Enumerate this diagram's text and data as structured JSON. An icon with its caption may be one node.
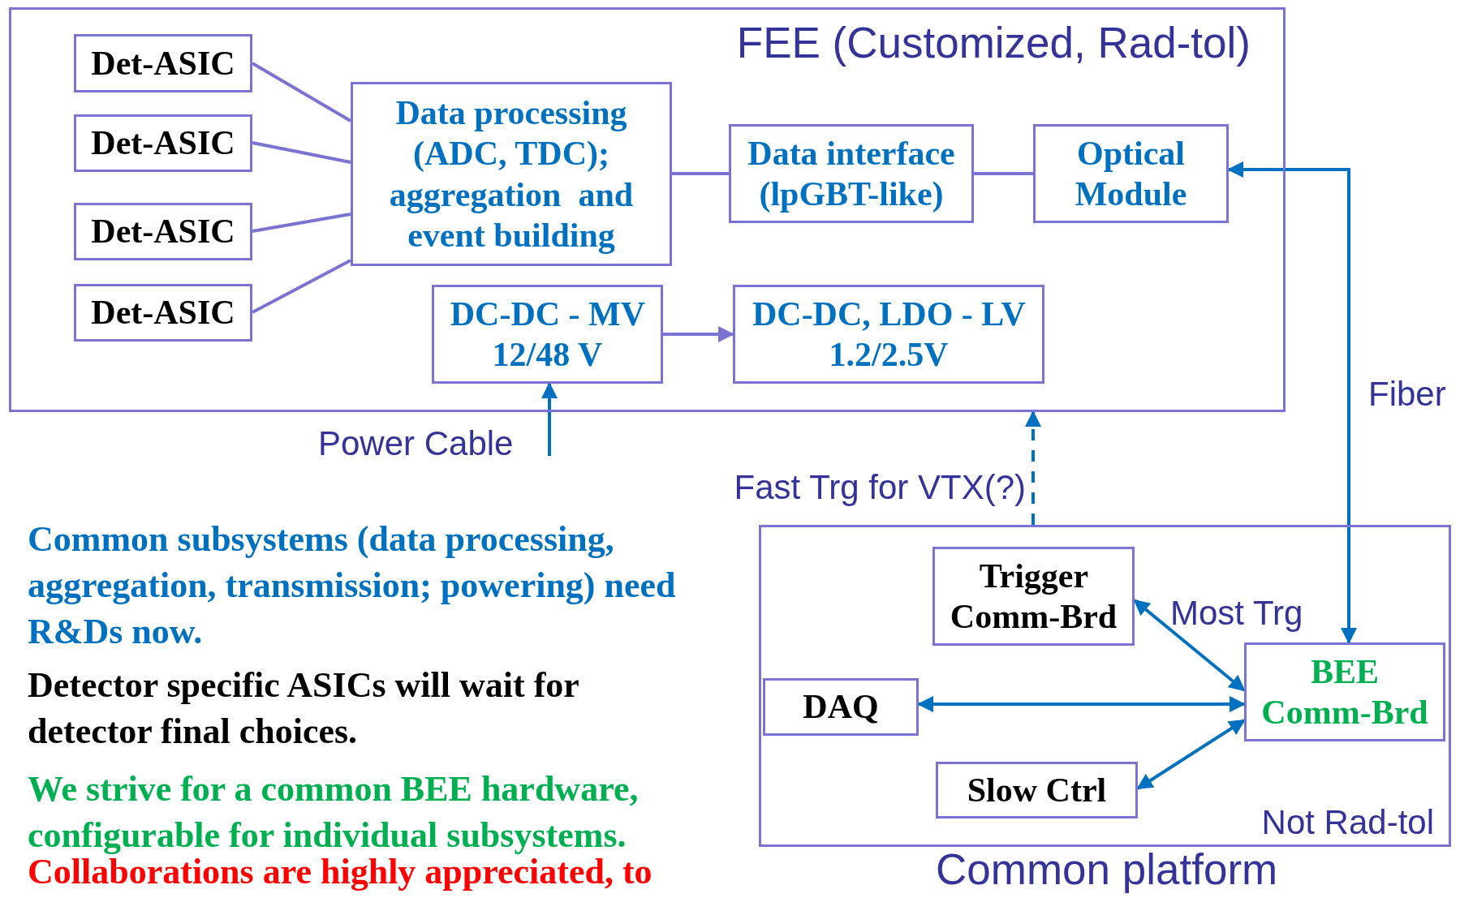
{
  "diagram": {
    "nodes": [
      {
        "text": [
          "FEE (Customized, Rad-tol)"
        ]
      },
      {
        "text": [
          "Det-ASIC"
        ],
        "in": 0
      },
      {
        "text": [
          "Det-ASIC"
        ],
        "in": 0
      },
      {
        "text": [
          "Det-ASIC"
        ],
        "in": 0
      },
      {
        "text": [
          "Det-ASIC"
        ],
        "in": 0
      },
      {
        "text": [
          "Data processing (ADC, TDC); aggregation  and event building"
        ],
        "in": 0
      },
      {
        "text": [
          "Data interface (lpGBT-like)"
        ],
        "in": 0
      },
      {
        "text": [
          "Optical Module"
        ],
        "in": 0
      },
      {
        "text": [
          "DC-DC - MV 12/48 V"
        ],
        "in": 0
      },
      {
        "text": [
          "DC-DC, LDO - LV 1.2/2.5V"
        ],
        "in": 0
      },
      {
        "text": [
          "Not Rad-tol",
          "Common platform"
        ]
      },
      {
        "text": [
          "Trigger Comm-Brd"
        ],
        "in": 10
      },
      {
        "text": [
          "DAQ"
        ],
        "in": 10
      },
      {
        "text": [
          "BEE Comm-Brd"
        ],
        "in": 10
      },
      {
        "text": [
          "Slow Ctrl"
        ],
        "in": 10
      }
    ],
    "edges": [
      {
        "from": 1,
        "to": 5,
        "arrow": "none"
      },
      {
        "from": 2,
        "to": 5,
        "arrow": "none"
      },
      {
        "from": 3,
        "to": 5,
        "arrow": "none"
      },
      {
        "from": 4,
        "to": 5,
        "arrow": "none"
      },
      {
        "from": 5,
        "to": 6,
        "arrow": "none"
      },
      {
        "from": 6,
        "to": 7,
        "arrow": "none"
      },
      {
        "from": 8,
        "to": 9,
        "arrow": "to"
      },
      {
        "from": null,
        "to": 8,
        "arrow": "to",
        "label": "Power Cable",
        "color": "#0070c0"
      },
      {
        "from": 7,
        "to": 13,
        "arrow": "both",
        "label": "Fiber",
        "color": "#0070c0"
      },
      {
        "from": 10,
        "to": 0,
        "arrow": "to",
        "label": "Fast Trg for VTX(?)",
        "style": "dashed",
        "color": "#0070c0"
      },
      {
        "from": 11,
        "to": 13,
        "arrow": "both",
        "label": "Most Trg",
        "color": "#0070c0"
      },
      {
        "from": 12,
        "to": 13,
        "arrow": "both",
        "color": "#0070c0"
      },
      {
        "from": 14,
        "to": 13,
        "arrow": "both",
        "color": "#0070c0"
      }
    ],
    "labels": [
      "Common subsystems (data processing, aggregation, transmission; powering) need R&Ds now.",
      "Detector specific ASICs will wait for detector final choices.",
      "We strive for a common BEE hardware, configurable for individual subsystems.",
      "Collaborations are highly appreciated, to"
    ]
  }
}
